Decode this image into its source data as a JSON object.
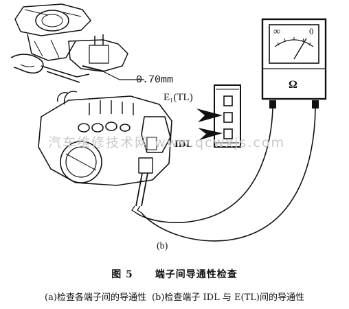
{
  "labels": {
    "gap": "0.70mm",
    "e1_terminal": "E₁(TL)",
    "idl_terminal": "IDL",
    "ohm_symbol": "Ω",
    "scale_infinity": "∞",
    "scale_zero": "0",
    "subfigure": "(b)",
    "watermark": "汽车维修技术网 www.qcwxjs.com"
  },
  "caption": {
    "figure_label": "图  5",
    "title": "端子间导通性检查",
    "part_a": "(a)检查各端子间的导通性",
    "part_b": "(b)检查端子 IDL 与 E(TL)间的导通性"
  }
}
